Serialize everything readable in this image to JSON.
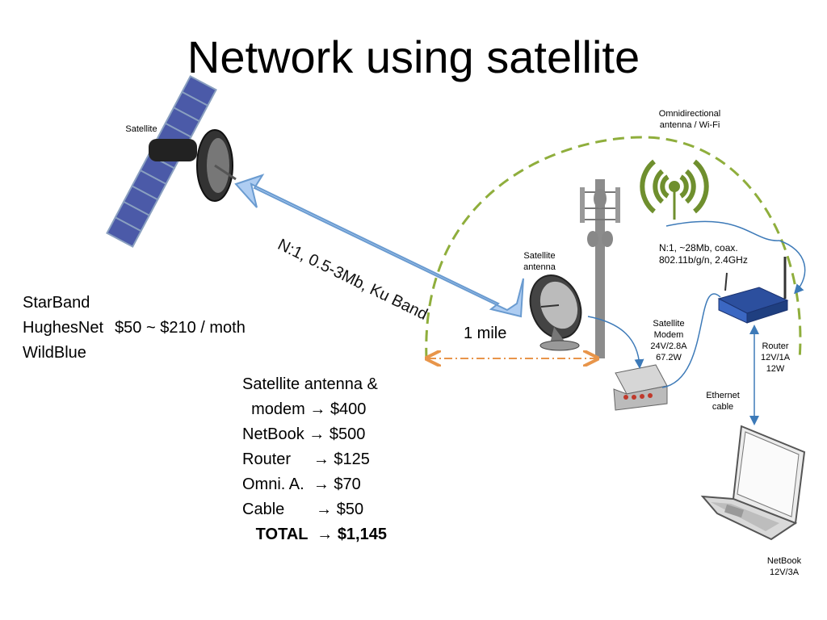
{
  "title": "Network using satellite",
  "labels": {
    "satellite": "Satellite",
    "omni": [
      "Omnidirectional",
      "antenna / Wi-Fi"
    ],
    "sat_antenna": [
      "Satellite",
      "antenna"
    ],
    "wifi_spec": [
      "N:1, ~28Mb, coax.",
      "802.11b/g/n, 2.4GHz"
    ],
    "modem": [
      "Satellite",
      "Modem",
      "24V/2.8A",
      "67.2W"
    ],
    "router": [
      "Router",
      "12V/1A",
      "12W"
    ],
    "ethernet": [
      "Ethernet",
      "cable"
    ],
    "netbook": [
      "NetBook",
      "12V/3A"
    ],
    "link": "N:1, 0.5-3Mb, Ku Band",
    "distance": "1 mile"
  },
  "providers": {
    "names": [
      "StarBand",
      "HughesNet",
      "WildBlue"
    ],
    "price": "$50 ~ $210 / moth"
  },
  "costs": [
    {
      "item": "Satellite antenna &",
      "price": ""
    },
    {
      "item": "  modem",
      "price": "$400"
    },
    {
      "item": "NetBook",
      "price": "$500"
    },
    {
      "item": "Router    ",
      "price": "$125"
    },
    {
      "item": "Omni. A. ",
      "price": "$70"
    },
    {
      "item": "Cable      ",
      "price": "$50"
    }
  ],
  "total": {
    "label": "TOTAL",
    "value": "$1,145"
  },
  "arrow_glyph": "→",
  "colors": {
    "link_arrow": "#aecdf2",
    "dome": "#8fae3c",
    "distance": "#e8954a",
    "cable": "#3d7ab8",
    "wifi_icon": "#6f8f2e"
  }
}
